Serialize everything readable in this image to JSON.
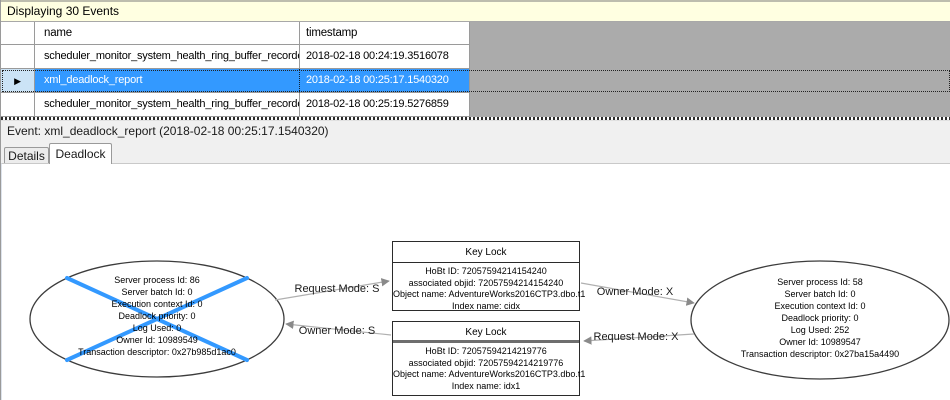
{
  "title_bar": {
    "label": "Displaying 30 Events"
  },
  "grid": {
    "columns": [
      {
        "label": "name"
      },
      {
        "label": "timestamp"
      }
    ],
    "rows": [
      {
        "name": "scheduler_monitor_system_health_ring_buffer_recorded",
        "timestamp": "2018-02-18 00:24:19.3516078"
      },
      {
        "name": "xml_deadlock_report",
        "timestamp": "2018-02-18 00:25:17.1540320"
      },
      {
        "name": "scheduler_monitor_system_health_ring_buffer_recorded",
        "timestamp": "2018-02-18 00:25:19.5276859"
      }
    ],
    "selected_row_index": 1
  },
  "event_bar": {
    "label": "Event: xml_deadlock_report (2018-02-18 00:25:17.1540320)"
  },
  "tabs": {
    "details": "Details",
    "deadlock": "Deadlock",
    "active": "Deadlock"
  },
  "graph": {
    "victim_process": {
      "lines": [
        "Server process Id: 86",
        "Server batch Id: 0",
        "Execution context Id: 0",
        "Deadlock priority: 0",
        "Log Used: 0",
        "Owner Id: 10989549",
        "Transaction descriptor: 0x27b985d1ac0"
      ]
    },
    "other_process": {
      "lines": [
        "Server process Id: 58",
        "Server batch Id: 0",
        "Execution context Id: 0",
        "Deadlock priority: 0",
        "Log Used: 252",
        "Owner Id: 10989547",
        "Transaction descriptor: 0x27ba15a4490"
      ]
    },
    "resource_top": {
      "title": "Key Lock",
      "lines": [
        "HoBt ID: 72057594214154240",
        "associated objid: 72057594214154240",
        "Object name: AdventureWorks2016CTP3.dbo.t1",
        "Index name: cidx"
      ]
    },
    "resource_bottom": {
      "title": "Key Lock",
      "lines": [
        "HoBt ID: 72057594214219776",
        "associated objid: 72057594214219776",
        "Object name: AdventureWorks2016CTP3.dbo.t1",
        "Index name: idx1"
      ]
    },
    "edges": {
      "request_s": "Request Mode: S",
      "owner_s": "Owner Mode: S",
      "owner_x": "Owner Mode: X",
      "request_x": "Request Mode: X"
    }
  },
  "icons": {
    "row_selector": "▶"
  },
  "colors": {
    "selection": "#3399ff",
    "victim_cross": "#3399ff",
    "info_bar": "#ffffe1",
    "grid_filler": "#ababab"
  }
}
